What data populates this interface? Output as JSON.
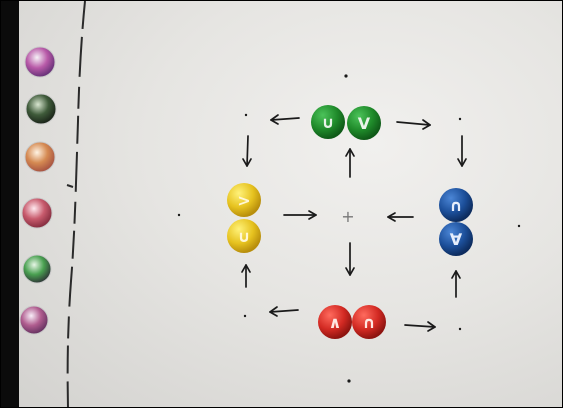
{
  "scene": {
    "description_free": true,
    "colors": {
      "board": "#e8e7e4",
      "green": "#1f8a2a",
      "yellow": "#e6c21f",
      "blue": "#1c4f9a",
      "red": "#d32a23",
      "ink": "#1a1a1a"
    },
    "magnet_groups": [
      {
        "name": "top-green",
        "color": "green",
        "glyphs": [
          "∪",
          "V"
        ]
      },
      {
        "name": "left-yellow",
        "color": "yellow",
        "glyphs": [
          ">",
          "∪"
        ]
      },
      {
        "name": "right-blue",
        "color": "blue",
        "glyphs": [
          "∩",
          "∀"
        ]
      },
      {
        "name": "bottom-red",
        "color": "red",
        "glyphs": [
          "∧",
          "∩"
        ]
      }
    ],
    "center_mark": "+",
    "side_magnets_count": 6
  }
}
